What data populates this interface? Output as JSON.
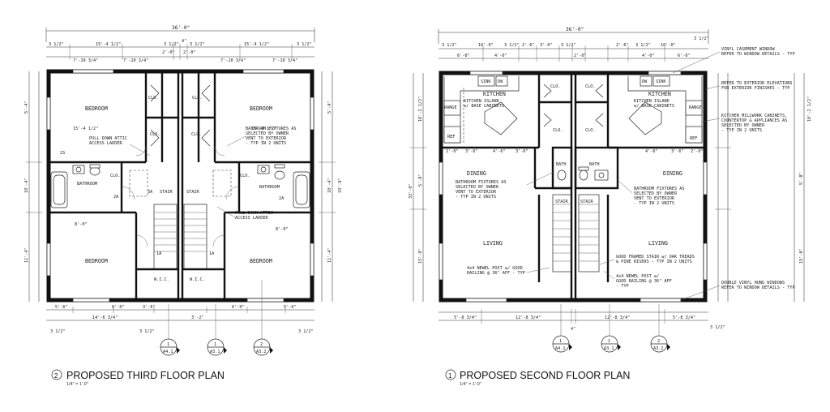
{
  "plan_third": {
    "title": "PROPOSED THIRD FLOOR PLAN",
    "number": "2",
    "scale": "1/4\" = 1'-0\"",
    "overall_width": "36'-0\"",
    "overall_depth": "33'-0\"",
    "top_dims": [
      "3 1/2\"",
      "15'-4 1/2\"",
      "3 1/2\"",
      "4\"",
      "3 1/2\"",
      "15'-4 1/2\"",
      "3 1/2\""
    ],
    "sub_dims": [
      "7'-10 3/4\"",
      "7'-10 3/4\"",
      "7'-10 3/4\"",
      "7'-10 3/4\"",
      "2'-0\"",
      "2'-0\""
    ],
    "side_dims": [
      "5'-4\"",
      "10'-4\"",
      "11'-4\""
    ],
    "bottom_dims": [
      "5'-6\"",
      "6'-0\"",
      "3'-6\"",
      "14'-6 3/4\"",
      "3 1/2\"",
      "3'-2\"",
      "6'-0\"",
      "5'-6\"",
      "3 1/2\""
    ],
    "rooms": {
      "bedroom_tl": "BEDROOM",
      "bedroom_tr": "BEDROOM",
      "bedroom_bl": "BEDROOM",
      "bedroom_br": "BEDROOM",
      "bath_l": "BATHROOM",
      "bath_r": "BATHROOM",
      "clo": "CLO.",
      "stair": "STAIR",
      "wic": "W.I.C."
    },
    "notes": {
      "attic_l": "PULL DOWN ATTIC ACCESS LADDER",
      "attic_r": "PULL DOWN ATTIC ACCESS LADDER",
      "bath_fixtures": "BATHROOM FIXTURES AS SELECTED BY OWNER VENT TO EXTERIOR - TYP IN 2 UNITS"
    },
    "door_tags": [
      "1A",
      "2A",
      "3A"
    ],
    "section_markers": [
      {
        "num": "1",
        "sheet": "A4.1"
      },
      {
        "num": "1",
        "sheet": "A3.1"
      },
      {
        "num": "2",
        "sheet": "A3.2"
      }
    ]
  },
  "plan_second": {
    "title": "PROPOSED SECOND FLOOR PLAN",
    "number": "1",
    "scale": "1/4\" = 1'-0\"",
    "overall_width": "36'-0\"",
    "overall_depth": "33'-0\"",
    "top_dims": [
      "3 1/2\"",
      "10'-0\"",
      "3 1/2\"",
      "2'-6\"",
      "3'-0\"",
      "3 1/2\"",
      "2'-6\"",
      "3 1/2\"",
      "10'-0\"",
      "3 1/2\""
    ],
    "sub_dims": [
      "6'-0\"",
      "4'-0\"",
      "2'-0\"",
      "6'-0\"",
      "4'-0\""
    ],
    "side_dims": [
      "10'-2 1/2\"",
      "5'-8\"",
      "15'-0\""
    ],
    "bottom_dims": [
      "5'-8 3/4\"",
      "12'-8 3/4\"",
      "4\"",
      "12'-8 3/4\"",
      "5'-8 3/4\"",
      "3 1/2\""
    ],
    "rooms": {
      "kitchen_l": "KITCHEN",
      "kitchen_r": "KITCHEN",
      "island": "KITCHEN ISLAND w/ BASE CABINETS",
      "dining_l": "DINING",
      "dining_r": "DINING",
      "living_l": "LIVING",
      "living_r": "LIVING",
      "bath": "BATH",
      "clo": "CLO.",
      "stair": "STAIR",
      "range": "RANGE",
      "ref": "REF",
      "sink": "SINK",
      "dw": "DW"
    },
    "notes": {
      "casement": "VINYL CASEMENT WINDOW REFER TO WINDOW DETAILS - TYP",
      "elevations": "REFER TO EXTERIOR ELEVATIONS FOR EXTERIOR FINISHES - TYP",
      "millwork": "KITCHEN MILLWORK CABINETS, COUNTERTOP & APPLIANCES AS SELECTED BY OWNER - TYP IN 2 UNITS",
      "bath_fixtures": "BATHROOM FIXTURES AS SELECTED BY OWNER VENT TO EXTERIOR - TYP IN 2 UNITS",
      "stair": "GOOD FRAMED STAIR w/ OAK TREADS & PINE RISERS - TYP IN 2 UNITS",
      "newel_l": "4x4 NEWEL POST w/ GOOD RAILING @ 36\" AFF - TYP",
      "newel_r": "4x4 NEWEL POST w/ GOOD RAILING @ 36\" AFF - TYP",
      "double_hung": "DOUBLE VINYL HUNG WINDOWS REFER TO WINDOW DETAILS - TYP"
    },
    "section_markers": [
      {
        "num": "1",
        "sheet": "A4.1"
      },
      {
        "num": "1",
        "sheet": "A3.1"
      },
      {
        "num": "2",
        "sheet": "A3.2"
      }
    ]
  }
}
